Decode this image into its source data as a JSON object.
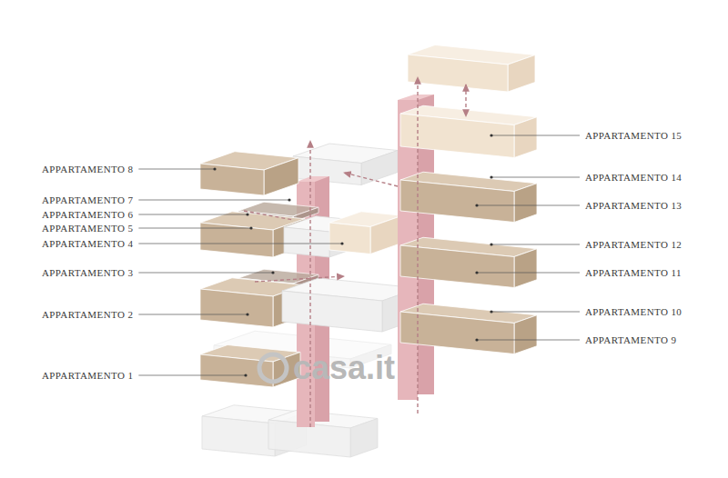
{
  "diagram": {
    "labels": [
      "APPARTAMENTO 8",
      "APPARTAMENTO 7",
      "APPARTAMENTO 6",
      "APPARTAMENTO 5",
      "APPARTAMENTO 4",
      "APPARTAMENTO 3",
      "APPARTAMENTO 2",
      "APPARTAMENTO 1",
      "APPARTAMENTO 15",
      "APPARTAMENTO 14",
      "APPARTAMENTO 13",
      "APPARTAMENTO 12",
      "APPARTAMENTO 11",
      "APPARTAMENTO 10",
      "APPARTAMENTO 9",
      "casa.it"
    ]
  }
}
